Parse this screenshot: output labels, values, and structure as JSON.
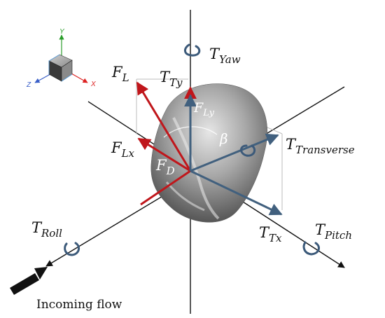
{
  "labels": {
    "t_yaw": {
      "main": "T",
      "sub": "Yaw"
    },
    "f_l": {
      "main": "F",
      "sub": "L"
    },
    "t_ty": {
      "main": "T",
      "sub": "Ty"
    },
    "f_ly": {
      "main": "F",
      "sub": "Ly"
    },
    "f_lx": {
      "main": "F",
      "sub": "Lx"
    },
    "f_d": {
      "main": "F",
      "sub": "D"
    },
    "beta": "β",
    "t_transverse": {
      "main": "T",
      "sub": "Transverse"
    },
    "t_roll": {
      "main": "T",
      "sub": "Roll"
    },
    "t_tx": {
      "main": "T",
      "sub": "Tx"
    },
    "t_pitch": {
      "main": "T",
      "sub": "Pitch"
    },
    "incoming_flow": "Incoming flow"
  },
  "orientation_widget": {
    "y": "Y",
    "x": "X",
    "z": "Z"
  },
  "colors": {
    "force_red": "#c0161b",
    "torque_blue": "#41607e",
    "axis_black": "#111111",
    "body_gray": "#8c8c8c"
  }
}
